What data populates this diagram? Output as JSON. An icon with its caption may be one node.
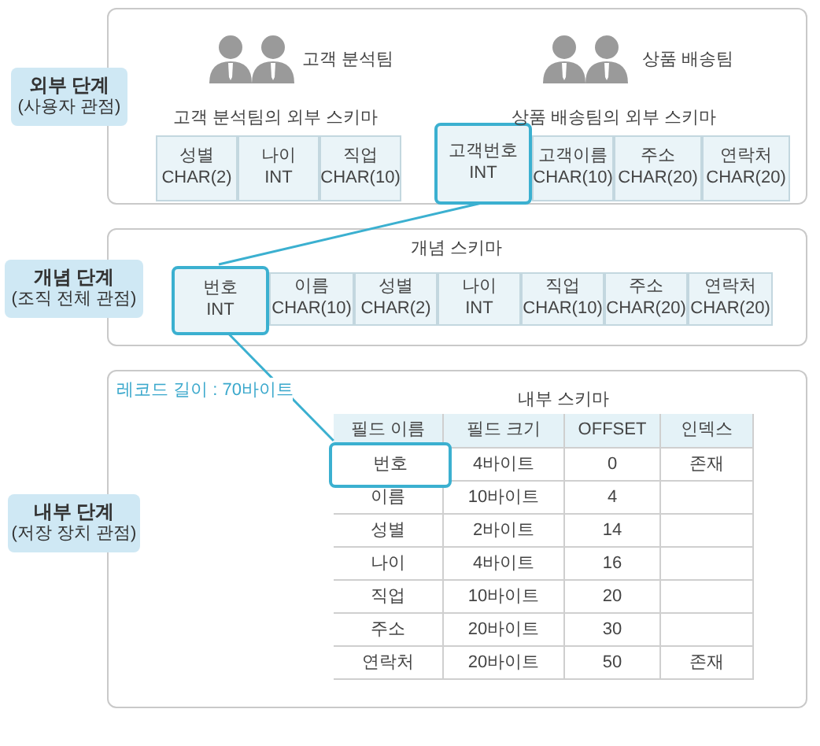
{
  "diagram": {
    "nodes": [
      {
        "text": [
          "외부 단계",
          "(사용자 관점)"
        ]
      },
      {
        "text": [],
        "shape": "box"
      },
      {
        "text": [
          "성별",
          "CHAR(2)"
        ],
        "in": 1
      },
      {
        "text": [
          "나이",
          "INT"
        ],
        "in": 1
      },
      {
        "text": [
          "직업",
          "CHAR(10)"
        ],
        "in": 1
      },
      {
        "text": [
          "고객번호",
          "INT"
        ],
        "in": 1
      },
      {
        "text": [
          "고객이름",
          "CHAR(10)"
        ],
        "in": 1
      },
      {
        "text": [
          "주소",
          "CHAR(20)"
        ],
        "in": 1
      },
      {
        "text": [
          "연락처",
          "CHAR(20)"
        ],
        "in": 1
      },
      {
        "text": [
          "개념 단계",
          "(조직 전체 관점)"
        ]
      },
      {
        "text": [],
        "shape": "box"
      },
      {
        "text": [
          "번호",
          "INT"
        ],
        "in": 10
      },
      {
        "text": [
          "이름",
          "CHAR(10)"
        ],
        "in": 10
      },
      {
        "text": [
          "성별",
          "CHAR(2)"
        ],
        "in": 10
      },
      {
        "text": [
          "나이",
          "INT"
        ],
        "in": 10
      },
      {
        "text": [
          "직업",
          "CHAR(10)"
        ],
        "in": 10
      },
      {
        "text": [
          "주소",
          "CHAR(20)"
        ],
        "in": 10
      },
      {
        "text": [
          "연락처",
          "CHAR(20)"
        ],
        "in": 10
      },
      {
        "text": [
          "내부 단계",
          "(저장 장치 관점)"
        ]
      },
      {
        "text": [],
        "shape": "box"
      },
      {
        "text": [
          "번호"
        ],
        "in": 19
      }
    ],
    "edges": [
      {
        "from": 5,
        "to": 11,
        "arrow": "none"
      },
      {
        "from": 11,
        "to": 20,
        "arrow": "none"
      }
    ],
    "labels": [
      "고객 분석팀",
      "상품 배송팀",
      "고객 분석팀의 외부 스키마",
      "상품 배송팀의 외부 스키마",
      "개념 스키마",
      "레코드 길이 : 70바이트",
      "내부 스키마",
      "필드 이름",
      "필드 크기",
      "OFFSET",
      "인덱스",
      "4바이트",
      "0",
      "존재",
      "이름",
      "10바이트",
      "4",
      "성별",
      "2바이트",
      "14",
      "나이",
      "4바이트",
      "16",
      "직업",
      "10바이트",
      "20",
      "주소",
      "20바이트",
      "30",
      "연락처",
      "20바이트",
      "50",
      "존재"
    ]
  }
}
